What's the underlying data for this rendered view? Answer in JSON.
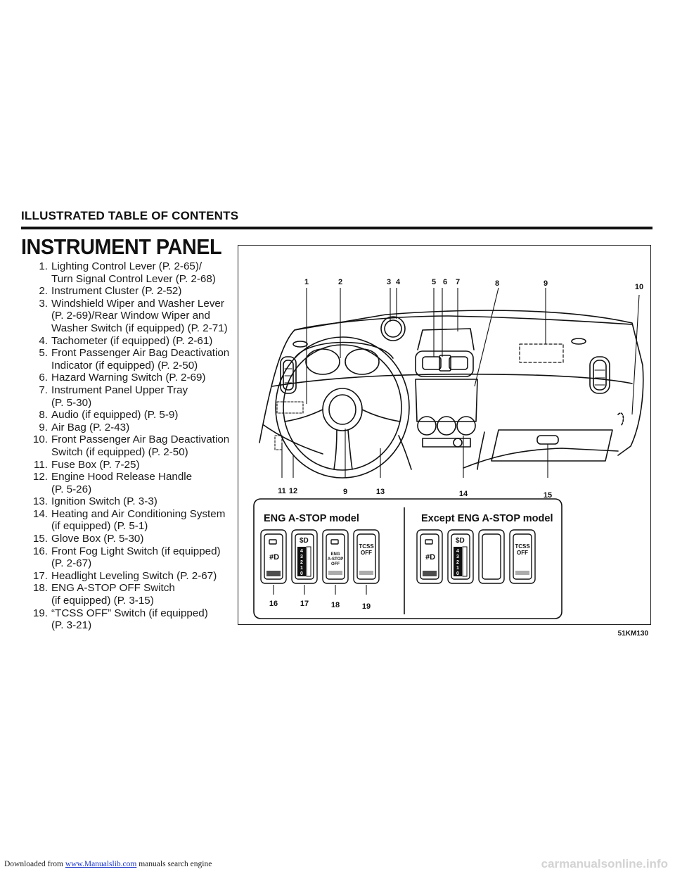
{
  "header": {
    "section": "ILLUSTRATED TABLE OF CONTENTS",
    "title": "INSTRUMENT PANEL"
  },
  "toc": [
    {
      "num": "1.",
      "lines": [
        "Lighting Control Lever (P. 2-65)/",
        "Turn Signal Control Lever (P. 2-68)"
      ]
    },
    {
      "num": "2.",
      "lines": [
        "Instrument Cluster (P. 2-52)"
      ]
    },
    {
      "num": "3.",
      "lines": [
        "Windshield Wiper and Washer Lever",
        "(P. 2-69)/Rear Window Wiper and",
        "Washer Switch (if equipped) (P. 2-71)"
      ]
    },
    {
      "num": "4.",
      "lines": [
        "Tachometer (if equipped) (P. 2-61)"
      ]
    },
    {
      "num": "5.",
      "lines": [
        "Front Passenger Air Bag Deactivation",
        "Indicator (if equipped) (P. 2-50)"
      ]
    },
    {
      "num": "6.",
      "lines": [
        "Hazard Warning Switch (P. 2-69)"
      ]
    },
    {
      "num": "7.",
      "lines": [
        "Instrument Panel Upper Tray",
        "(P. 5-30)"
      ]
    },
    {
      "num": "8.",
      "lines": [
        "Audio (if equipped) (P. 5-9)"
      ]
    },
    {
      "num": "9.",
      "lines": [
        "Air Bag (P. 2-43)"
      ]
    },
    {
      "num": "10.",
      "lines": [
        "Front Passenger Air Bag Deactivation",
        "Switch (if equipped) (P. 2-50)"
      ]
    },
    {
      "num": "11.",
      "lines": [
        "Fuse Box (P. 7-25)"
      ]
    },
    {
      "num": "12.",
      "lines": [
        "Engine Hood Release Handle",
        "(P. 5-26)"
      ]
    },
    {
      "num": "13.",
      "lines": [
        "Ignition Switch (P. 3-3)"
      ]
    },
    {
      "num": "14.",
      "lines": [
        "Heating and Air Conditioning System",
        "(if equipped) (P. 5-1)"
      ]
    },
    {
      "num": "15.",
      "lines": [
        "Glove Box (P. 5-30)"
      ]
    },
    {
      "num": "16.",
      "lines": [
        "Front Fog Light Switch (if equipped)",
        "(P. 2-67)"
      ]
    },
    {
      "num": "17.",
      "lines": [
        "Headlight Leveling Switch (P. 2-67)"
      ]
    },
    {
      "num": "18.",
      "lines": [
        "ENG A-STOP OFF Switch",
        "(if equipped) (P. 3-15)"
      ]
    },
    {
      "num": "19.",
      "lines": [
        "“TCSS OFF” Switch (if equipped)",
        "(P. 3-21)"
      ]
    }
  ],
  "figure": {
    "callouts_top": [
      "1",
      "2",
      "3",
      "4",
      "5",
      "6",
      "7",
      "8",
      "9",
      "10"
    ],
    "callouts_bottom": [
      "11",
      "12",
      "9",
      "13",
      "14",
      "15"
    ],
    "callouts_switch": [
      "16",
      "17",
      "18",
      "19"
    ],
    "panel_left_title": "ENG A-STOP model",
    "panel_right_title": "Except ENG A-STOP model",
    "switch_labels": {
      "tcss": [
        "TCSS",
        "OFF"
      ],
      "eng": [
        "ENG",
        "A-STOP",
        "OFF"
      ],
      "level_ticks": [
        "0",
        "1",
        "2",
        "3",
        "4"
      ]
    },
    "code": "51KM130"
  },
  "footer": {
    "prefix": "Downloaded from ",
    "link": "www.Manualslib.com",
    "suffix": " manuals search engine",
    "watermark": "carmanualsonline.info"
  }
}
